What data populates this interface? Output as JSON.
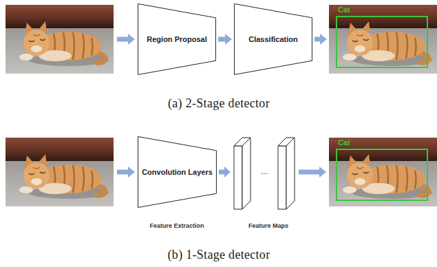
{
  "diagram": {
    "nodes": [
      {
        "text": [
          "Region Proposal"
        ]
      },
      {
        "text": [
          "Classification"
        ]
      },
      {
        "text": [
          "Cat"
        ]
      },
      {
        "text": [
          "Convolution Layers"
        ]
      },
      {
        "text": [
          "Cat"
        ]
      }
    ],
    "edges": [
      {
        "from": 0,
        "to": 1,
        "arrow": "to"
      },
      {
        "from": 1,
        "to": 2,
        "arrow": "to"
      }
    ],
    "labels": [
      "(a) 2-Stage detector",
      "...",
      "Feature Extraction",
      "Feature Maps",
      "(b) 1-Stage detector"
    ]
  }
}
